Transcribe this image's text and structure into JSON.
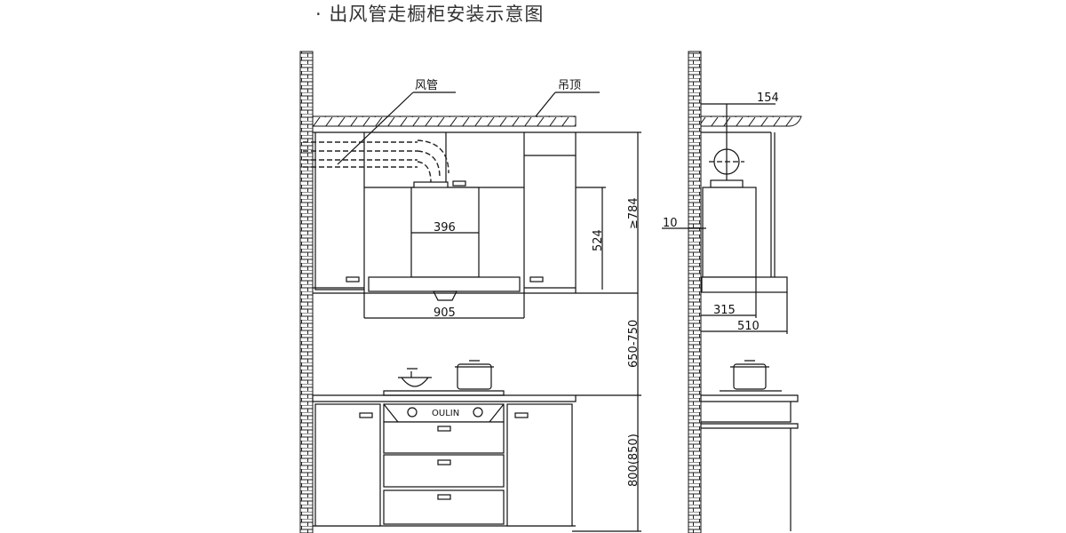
{
  "title": "· 出风管走橱柜安装示意图",
  "labels": {
    "duct": "风管",
    "ceiling": "吊顶",
    "brand": "OULIN"
  },
  "dimensions": {
    "chimney_width": "396",
    "hood_width": "905",
    "chimney_height": "524",
    "cabinet_height": "≥784",
    "hood_to_stove": "650-750",
    "counter_height": "800(850)",
    "duct_offset": "154",
    "wall_gap": "10",
    "body_depth": "315",
    "hood_depth": "510"
  }
}
